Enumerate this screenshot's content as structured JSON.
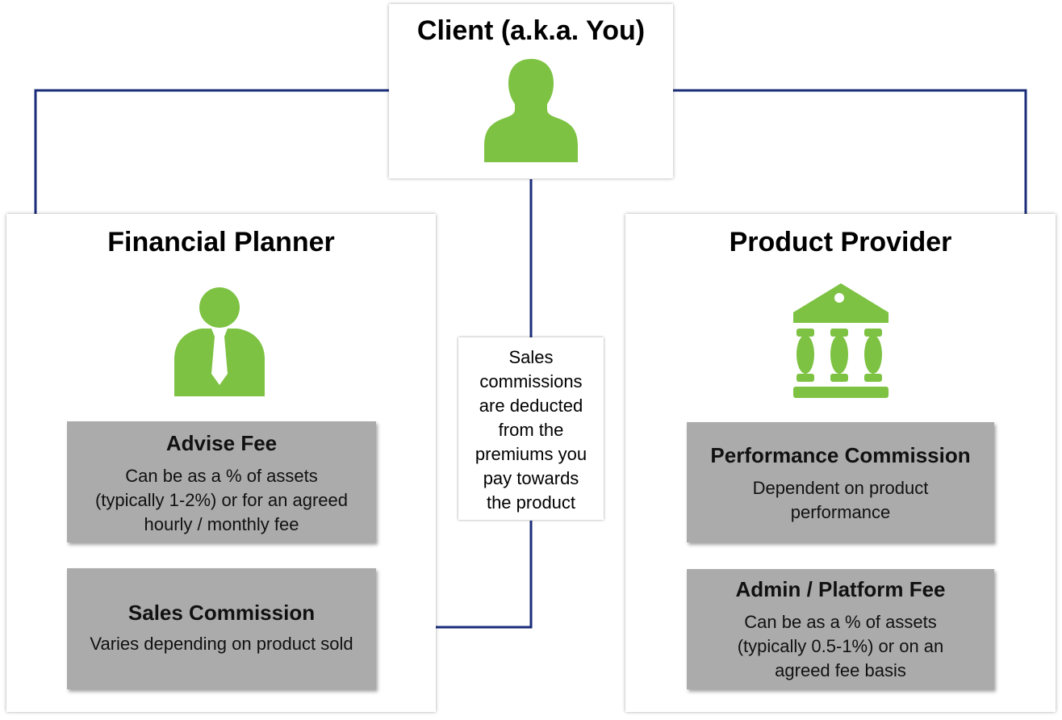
{
  "client": {
    "title": "Client (a.k.a. You)"
  },
  "planner": {
    "title": "Financial Planner",
    "advise_fee": {
      "title": "Advise Fee",
      "lines": [
        "Can be as a % of assets",
        "(typically 1-2%) or for an agreed",
        "hourly / monthly fee"
      ]
    },
    "sales_commission": {
      "title": "Sales Commission",
      "lines": [
        "Varies depending on product sold"
      ]
    }
  },
  "provider": {
    "title": "Product Provider",
    "performance_commission": {
      "title": "Performance Commission",
      "lines": [
        "Dependent on product",
        "performance"
      ]
    },
    "admin_fee": {
      "title": "Admin / Platform Fee",
      "lines": [
        "Can be as a % of assets",
        "(typically 0.5-1%) or on an",
        "agreed fee basis"
      ]
    }
  },
  "note": {
    "lines": [
      "Sales",
      "commissions",
      "are deducted",
      "from the",
      "premiums you",
      "pay towards",
      "the product"
    ]
  },
  "colors": {
    "icon_green": "#7dc242",
    "arrow_blue": "#1b2d7a",
    "fee_box": "#ababab"
  },
  "icons": {
    "client": "person-icon",
    "planner": "person-with-tie-icon",
    "provider": "bank-building-icon"
  }
}
